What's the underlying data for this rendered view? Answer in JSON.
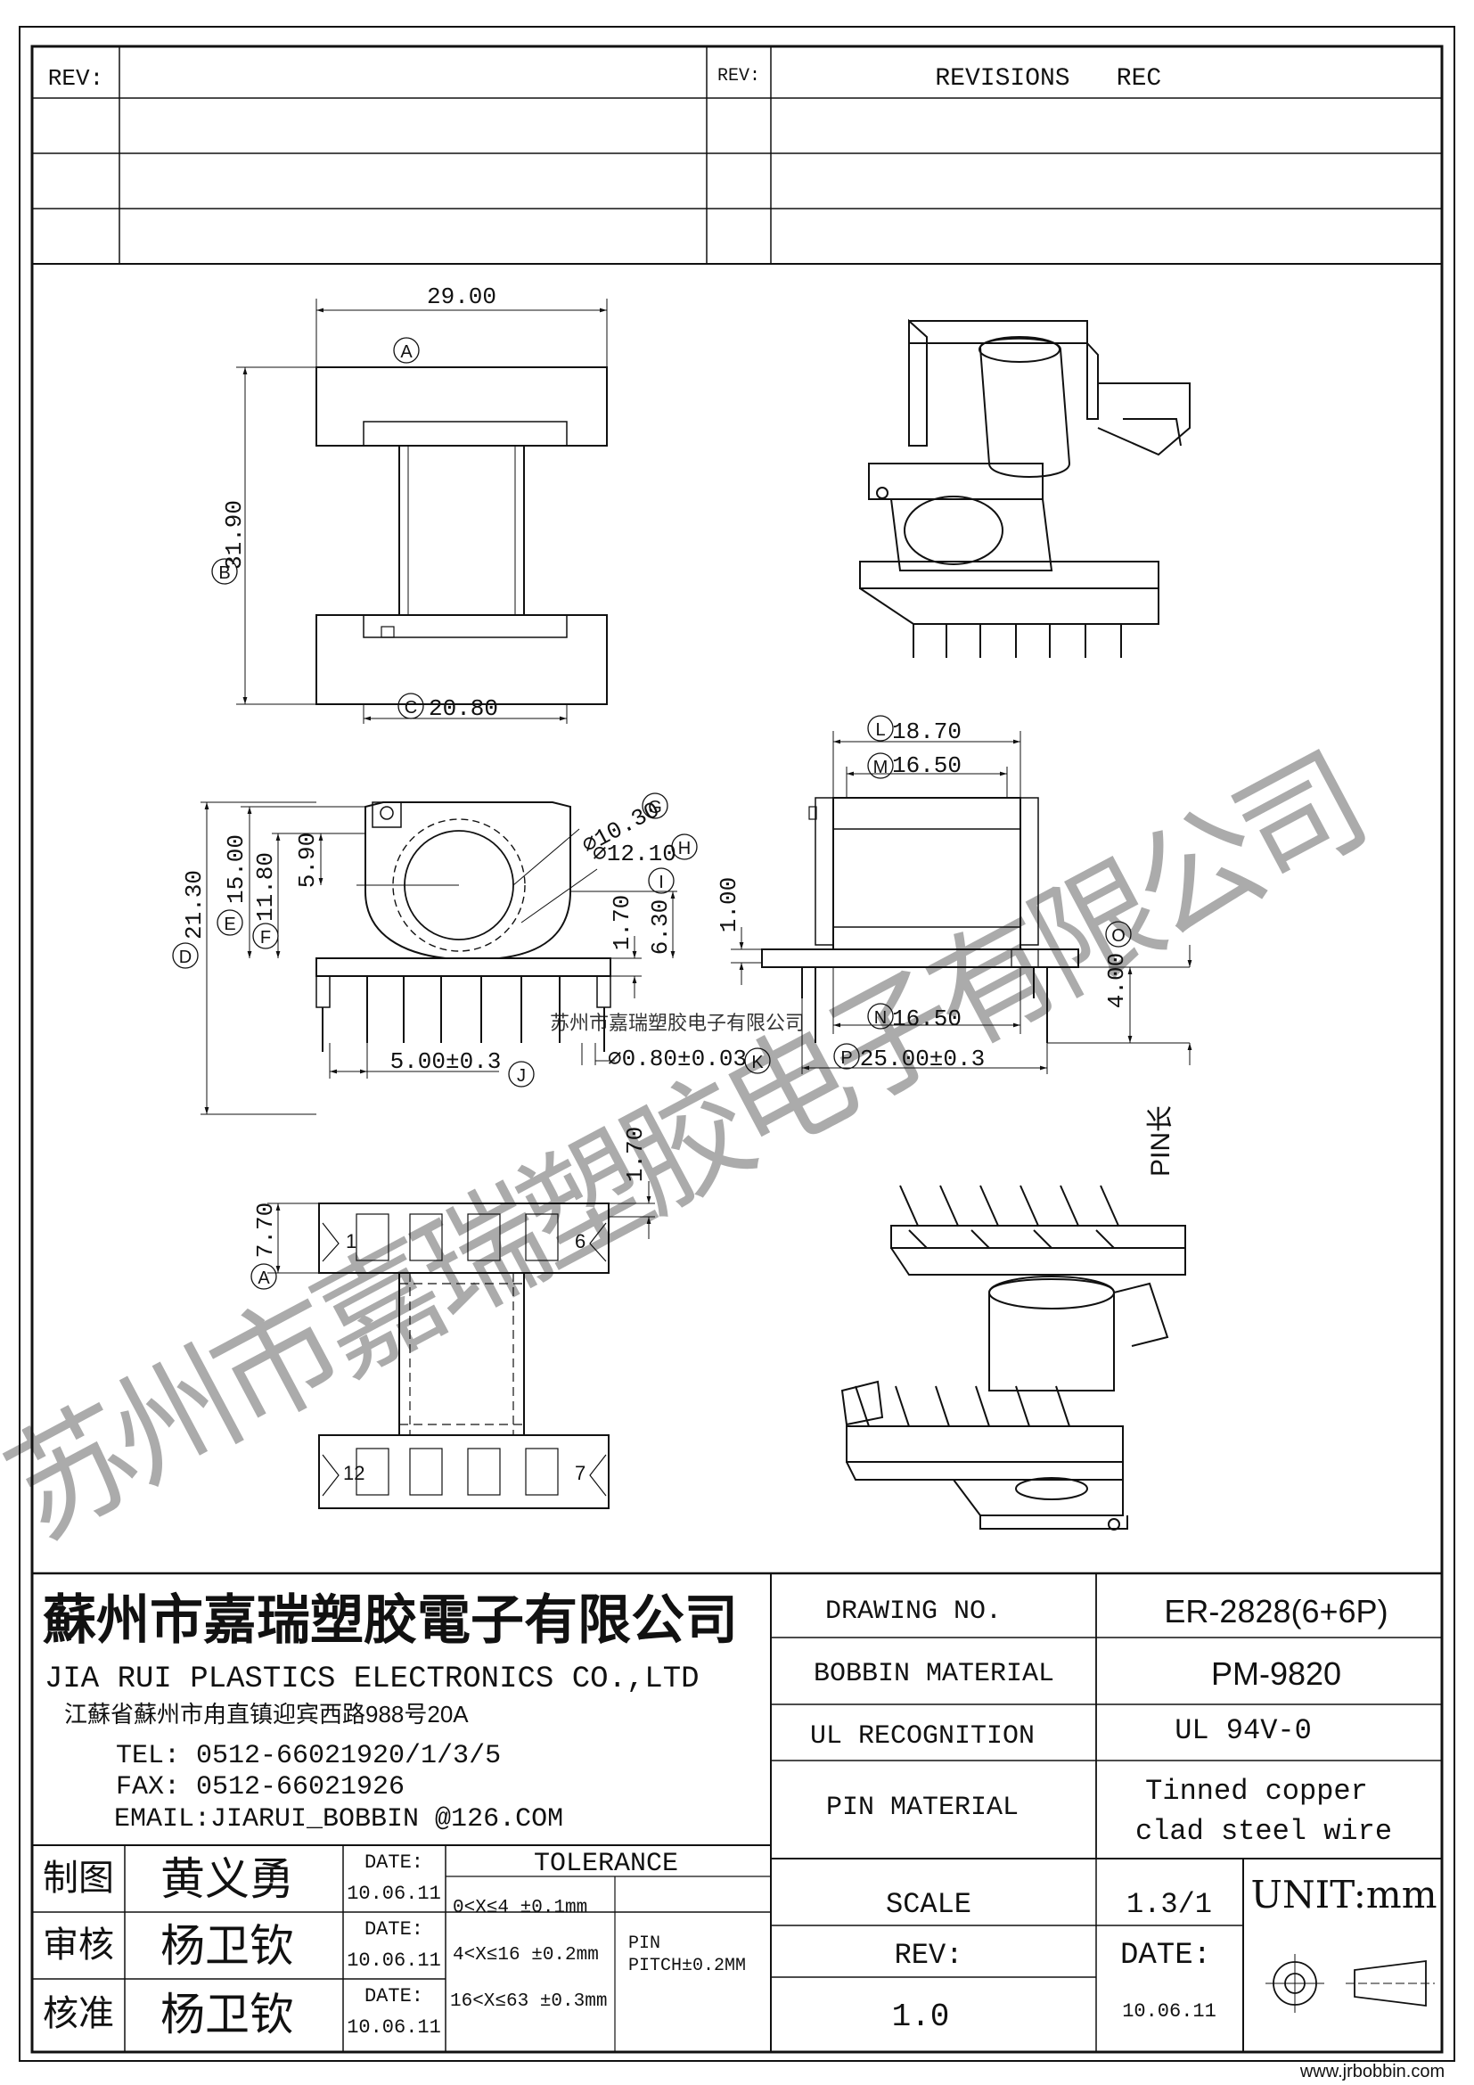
{
  "revision_table": {
    "rev_label_left": "REV:",
    "rev_label_right": "REV:",
    "revisions_header": "REVISIONS",
    "rec_header": "REC"
  },
  "dimensions": {
    "A_width": "29.00",
    "A_label": "A",
    "B_height": "31.90",
    "B_label": "B",
    "C_width": "20.80",
    "C_label": "C",
    "D_height": "21.30",
    "D_label": "D",
    "E_height": "15.00",
    "E_label": "E",
    "F_height": "11.80",
    "F_label": "F",
    "center_height": "5.90",
    "G_dia": "⌀10.30",
    "G_label": "G",
    "H_dia": "⌀12.10",
    "H_label": "H",
    "I_height": "6.30",
    "I_label": "I",
    "flange_thk": "1.70",
    "J_pitch": "5.00±0.3",
    "J_label": "J",
    "K_pin": "⌀0.80±0.03",
    "K_label": "K",
    "L_width": "18.70",
    "L_label": "L",
    "M_width": "16.50",
    "M_label": "M",
    "N_width": "16.50",
    "N_label": "N",
    "O_height": "4.00",
    "O_label": "O",
    "P_width": "25.00±0.3",
    "P_label": "P",
    "side_step": "1.00",
    "bottom_A_height": "7.70",
    "bottom_A_label": "A",
    "bottom_top": "1.70",
    "pin_len_label": "PIN长",
    "pin_1": "1",
    "pin_6": "6",
    "pin_7": "7",
    "pin_12": "12"
  },
  "watermark": {
    "center": "苏州市嘉瑞塑胶电子有限公司",
    "brush": "苏州市嘉瑞塑胶电子有限公司"
  },
  "company": {
    "name_cn": "蘇州市嘉瑞塑胶電子有限公司",
    "name_en": "JIA RUI PLASTICS ELECTRONICS CO.,LTD",
    "address": "江蘇省蘇州市甪直镇迎宾西路988号20A",
    "tel": "TEL: 0512-66021920/1/3/5",
    "fax": "FAX: 0512-66021926",
    "email": "EMAIL:JIARUI_BOBBIN @126.COM"
  },
  "spec": {
    "drawing_no_label": "DRAWING NO.",
    "drawing_no": "ER-2828(6+6P)",
    "bobbin_material_label": "BOBBIN MATERIAL",
    "bobbin_material": "PM-9820",
    "ul_label": "UL RECOGNITION",
    "ul_value": "UL 94V-0",
    "pin_material_label": "PIN MATERIAL",
    "pin_material_1": "Tinned copper",
    "pin_material_2": "clad steel wire"
  },
  "approvals": [
    {
      "role": "制图",
      "name": "黄义勇",
      "date_label": "DATE:",
      "date": "10.06.11"
    },
    {
      "role": "审核",
      "name": "杨卫钦",
      "date_label": "DATE:",
      "date": "10.06.11"
    },
    {
      "role": "核准",
      "name": "杨卫钦",
      "date_label": "DATE:",
      "date": "10.06.11"
    }
  ],
  "tolerance": {
    "title": "TOLERANCE",
    "rows": [
      "0<X≤4  ±0.1mm",
      "4<X≤16 ±0.2mm",
      "16<X≤63 ±0.3mm"
    ],
    "pin_label": "PIN",
    "pin_pitch": "PITCH±0.2MM"
  },
  "scale": {
    "scale_label": "SCALE",
    "scale_value": "1.3/1",
    "unit": "UNIT:mm",
    "rev_label": "REV:",
    "rev_value": "1.0",
    "date_label": "DATE:",
    "date_value": "10.06.11"
  },
  "footer_url": "www.jrbobbin.com"
}
